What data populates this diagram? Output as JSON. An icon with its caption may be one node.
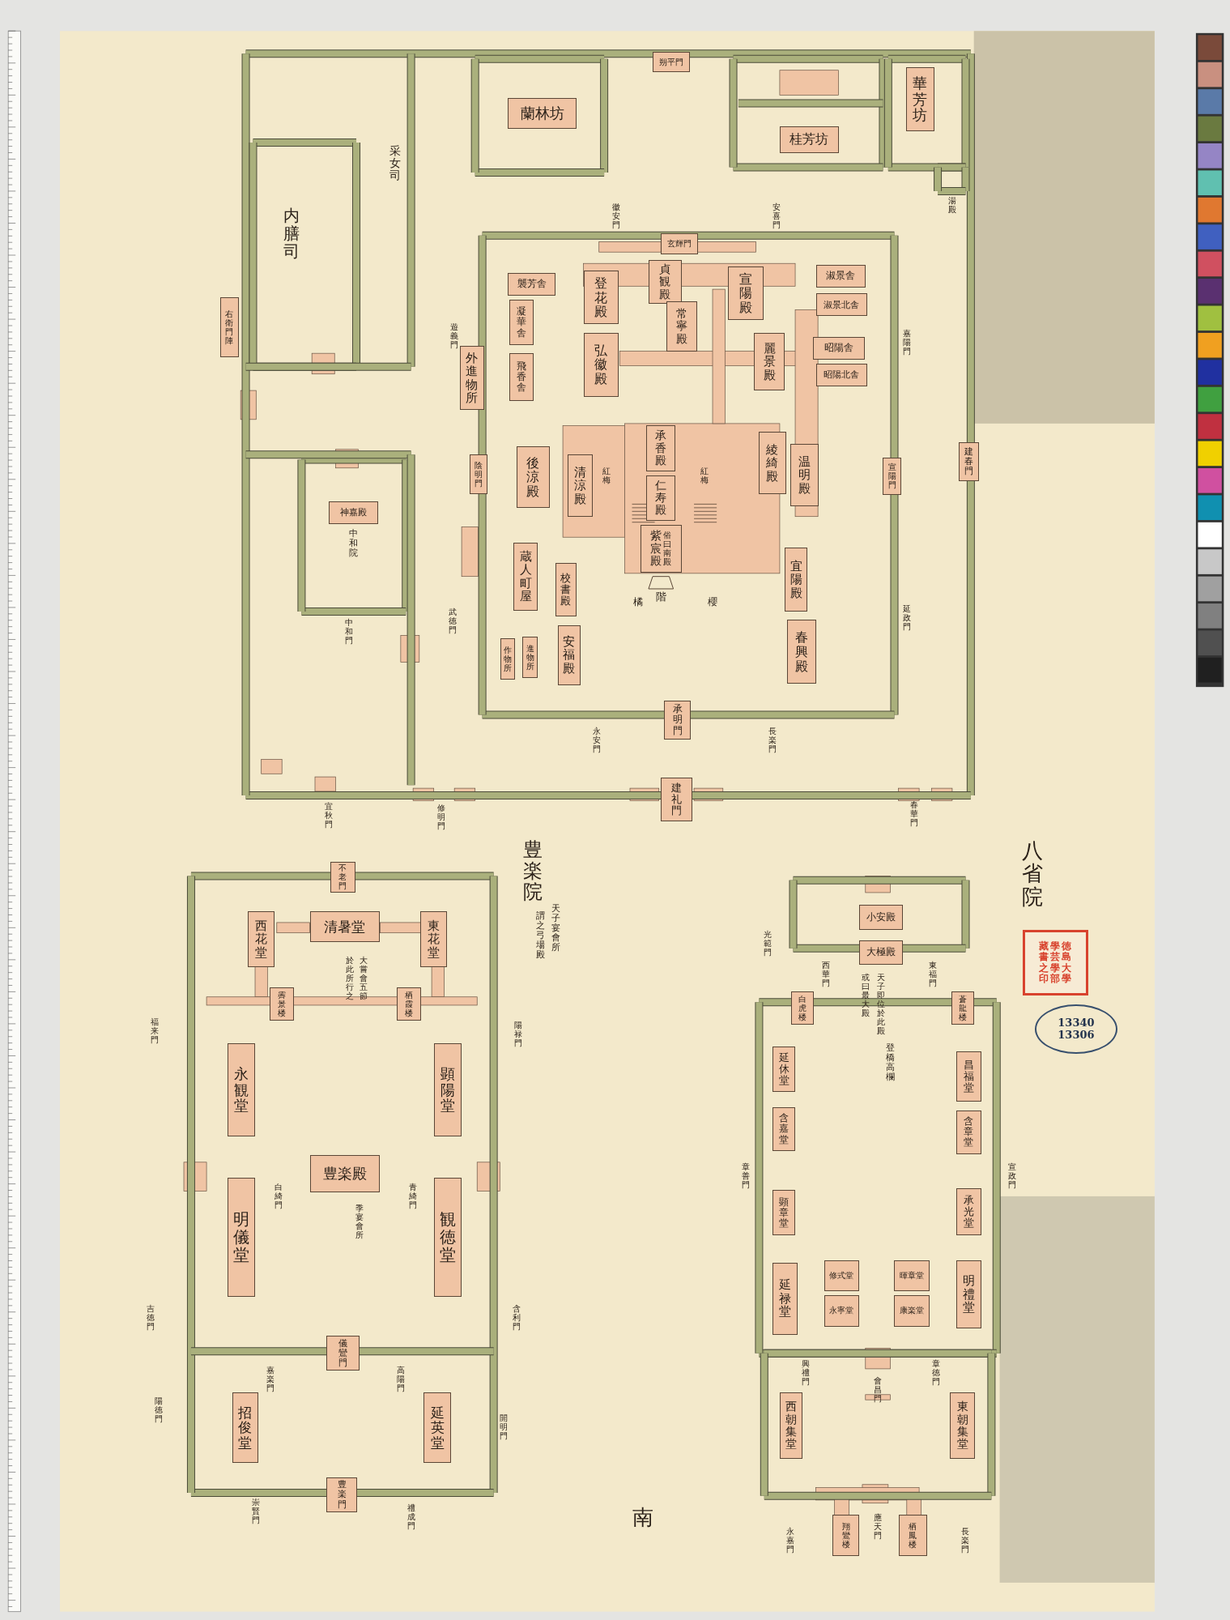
{
  "diagram": {
    "nodes": [
      {
        "text": [
          "蘭林坊"
        ]
      },
      {
        "text": [
          "桂芳坊"
        ]
      },
      {
        "text": [
          "華芳坊"
        ]
      },
      {
        "text": [
          "朔平門"
        ]
      },
      {
        "text": [
          "玄輝門"
        ]
      },
      {
        "text": [
          "外進物所"
        ]
      },
      {
        "text": [
          "陰明門"
        ]
      },
      {
        "text": [
          "貞観殿"
        ]
      },
      {
        "text": [
          "登花殿"
        ]
      },
      {
        "text": [
          "弘徽殿"
        ]
      },
      {
        "text": [
          "常寧殿"
        ]
      },
      {
        "text": [
          "宣陽殿"
        ]
      },
      {
        "text": [
          "麗景殿"
        ]
      },
      {
        "text": [
          "淑景舎"
        ]
      },
      {
        "text": [
          "淑景北舎"
        ]
      },
      {
        "text": [
          "昭陽舎"
        ]
      },
      {
        "text": [
          "昭陽北舎"
        ]
      },
      {
        "text": [
          "襲芳舎"
        ]
      },
      {
        "text": [
          "凝華舎"
        ]
      },
      {
        "text": [
          "飛香舎"
        ]
      },
      {
        "text": [
          "承香殿"
        ]
      },
      {
        "text": [
          "仁寿殿"
        ]
      },
      {
        "text": [
          "紫宸殿",
          "俗曰南殿"
        ]
      },
      {
        "text": [
          "清涼殿"
        ]
      },
      {
        "text": [
          "後涼殿"
        ]
      },
      {
        "text": [
          "綾綺殿"
        ]
      },
      {
        "text": [
          "温明殿"
        ]
      },
      {
        "text": [
          "宜陽殿"
        ]
      },
      {
        "text": [
          "春興殿"
        ]
      },
      {
        "text": [
          "校書殿"
        ]
      },
      {
        "text": [
          "安福殿"
        ]
      },
      {
        "text": [
          "蔵人町屋"
        ]
      },
      {
        "text": [
          "作物所"
        ]
      },
      {
        "text": [
          "進物所"
        ]
      },
      {
        "text": [
          "神嘉殿"
        ],
        "beside": [
          "中和院"
        ]
      },
      {
        "text": [
          "承明門"
        ]
      },
      {
        "text": [
          "建礼門"
        ]
      },
      {
        "text": [
          "宣陽門"
        ]
      },
      {
        "text": [
          "建春門"
        ]
      },
      {
        "text": [
          "右衛門陣"
        ]
      },
      {
        "text": [
          "不老門"
        ]
      },
      {
        "text": [
          "清暑堂"
        ]
      },
      {
        "text": [
          "西花堂"
        ]
      },
      {
        "text": [
          "東花堂"
        ]
      },
      {
        "text": [
          "霽景楼"
        ]
      },
      {
        "text": [
          "栖霞楼"
        ]
      },
      {
        "text": [
          "永観堂"
        ]
      },
      {
        "text": [
          "顕陽堂"
        ]
      },
      {
        "text": [
          "豊楽殿"
        ]
      },
      {
        "text": [
          "明儀堂"
        ]
      },
      {
        "text": [
          "観徳堂"
        ]
      },
      {
        "text": [
          "儀鸞門"
        ]
      },
      {
        "text": [
          "招俊堂"
        ]
      },
      {
        "text": [
          "延英堂"
        ]
      },
      {
        "text": [
          "豊楽門"
        ]
      },
      {
        "text": [
          "小安殿"
        ]
      },
      {
        "text": [
          "大極殿"
        ]
      },
      {
        "text": [
          "白虎楼"
        ]
      },
      {
        "text": [
          "蒼龍楼"
        ]
      },
      {
        "text": [
          "延休堂"
        ]
      },
      {
        "text": [
          "含嘉堂"
        ]
      },
      {
        "text": [
          "顕章堂"
        ]
      },
      {
        "text": [
          "延禄堂"
        ]
      },
      {
        "text": [
          "昌福堂"
        ]
      },
      {
        "text": [
          "含章堂"
        ]
      },
      {
        "text": [
          "承光堂"
        ]
      },
      {
        "text": [
          "明禮堂"
        ]
      },
      {
        "text": [
          "修式堂"
        ]
      },
      {
        "text": [
          "永寧堂"
        ]
      },
      {
        "text": [
          "暉章堂"
        ]
      },
      {
        "text": [
          "康楽堂"
        ]
      },
      {
        "text": [
          "西朝集堂"
        ]
      },
      {
        "text": [
          "東朝集堂"
        ]
      },
      {
        "text": [
          "翔鸞楼"
        ]
      },
      {
        "text": [
          "栖鳳楼"
        ]
      },
      {
        "text": [
          "藏書之印",
          "學芸學部",
          "徳島大學"
        ]
      },
      {
        "text": [
          "13340",
          "13306"
        ]
      }
    ],
    "labels": [
      "内膳司",
      "采女司",
      "中和門",
      "遊義門",
      "武徳門",
      "修明門",
      "宜秋門",
      "嘉陽門",
      "延政門",
      "春華門",
      "永安門",
      "長楽門",
      "徽安門",
      "安喜門",
      "湯殿",
      "紅梅",
      "紅梅",
      "橘",
      "櫻",
      "階",
      "豊楽院",
      "天子宴會所",
      "謂之弓場殿",
      "大嘗會五節",
      "於此所行之",
      "福来門",
      "陽禄門",
      "白綺門",
      "青綺門",
      "季宴會所",
      "吉徳門",
      "含利門",
      "嘉楽門",
      "高陽門",
      "陽徳門",
      "開明門",
      "崇賢門",
      "禮成門",
      "八省院",
      "光範門",
      "西華門",
      "東福門",
      "天子即位於此殿",
      "或曰最大殿",
      "登橋高欄",
      "宣政門",
      "章善門",
      "興禮門",
      "章徳門",
      "會昌門",
      "永嘉門",
      "長楽門",
      "應天門",
      "南"
    ]
  }
}
